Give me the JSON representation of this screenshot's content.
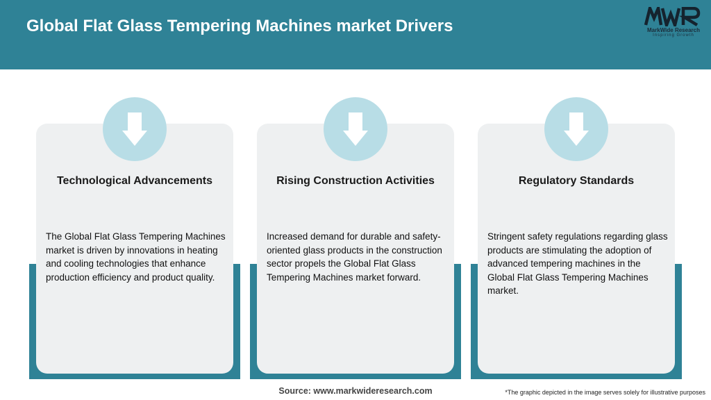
{
  "header": {
    "title": "Global Flat Glass Tempering Machines market Drivers"
  },
  "logo": {
    "mark": "MWR",
    "name": "MarkWide Research",
    "tagline": "Inspiring Growth"
  },
  "colors": {
    "accent": "#2f8296",
    "icon_circle": "#b8dde6",
    "card_bg": "#eef0f1"
  },
  "cards": [
    {
      "icon": "down-arrow-icon",
      "heading": "Technological Advancements",
      "body": "The Global Flat Glass Tempering Machines market is driven by innovations in heating and cooling technologies that enhance production efficiency and product quality."
    },
    {
      "icon": "down-arrow-icon",
      "heading": "Rising Construction Activities",
      "body": "Increased demand for durable and safety-oriented glass products in the construction sector propels the Global Flat Glass Tempering Machines market forward."
    },
    {
      "icon": "down-arrow-icon",
      "heading": "Regulatory Standards",
      "body": "Stringent safety regulations regarding glass products are stimulating the adoption of advanced tempering machines in the Global Flat Glass Tempering Machines market."
    }
  ],
  "footer": {
    "source": "Source: www.markwideresearch.com",
    "disclaimer": "*The graphic depicted in the image serves solely for illustrative purposes"
  }
}
